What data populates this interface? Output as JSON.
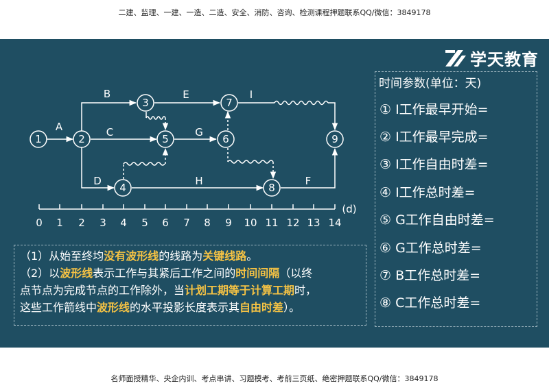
{
  "header_text": "二建、监理、一建、一造、二造、安全、消防、咨询、检测课程押题联系QQ/微信：3849178",
  "footer_text": "名师面授精华、央企内训、考点串讲、习题模考、考前三页纸、绝密押题联系QQ/微信：3849178",
  "logo_text": "学天教育",
  "colors": {
    "background": "#1f4e62",
    "highlight": "#f6c344",
    "text": "#ffffff"
  },
  "diagram": {
    "nodes": [
      "1",
      "2",
      "3",
      "4",
      "5",
      "6",
      "7",
      "8",
      "9"
    ],
    "activity_labels": [
      "A",
      "B",
      "C",
      "D",
      "E",
      "G",
      "H",
      "I",
      "F"
    ],
    "time_unit": "(d)",
    "axis_ticks": [
      "0",
      "1",
      "2",
      "3",
      "4",
      "5",
      "6",
      "7",
      "8",
      "9",
      "10",
      "11",
      "12",
      "13",
      "14"
    ]
  },
  "params": {
    "title": "时间参数(单位：天)",
    "items": [
      "① I工作最早开始=",
      "② I工作最早完成=",
      "③ I工作自由时差=",
      "④ I工作总时差=",
      "⑤ G工作自由时差=",
      "⑥ G工作总时差=",
      "⑦ B工作总时差=",
      "⑧ C工作总时差="
    ]
  },
  "notes": {
    "line1": {
      "a": "（1）从始至终均",
      "b": "没有波形线",
      "c": "的线路为",
      "d": "关键线路",
      "e": "。"
    },
    "line2": {
      "a": "（2）以",
      "b": "波形线",
      "c": "表示工作与其紧后工作之间的",
      "d": "时间间隔",
      "e": "（以终"
    },
    "line3": {
      "a": "点节点为完成节点的工作除外，当",
      "b": "计划工期等于计算工期",
      "c": "时，"
    },
    "line4": {
      "a": "这些工作箭线中",
      "b": "波形线",
      "c": "的水平投影长度表示其",
      "d": "自由时差",
      "e": "）。"
    }
  }
}
